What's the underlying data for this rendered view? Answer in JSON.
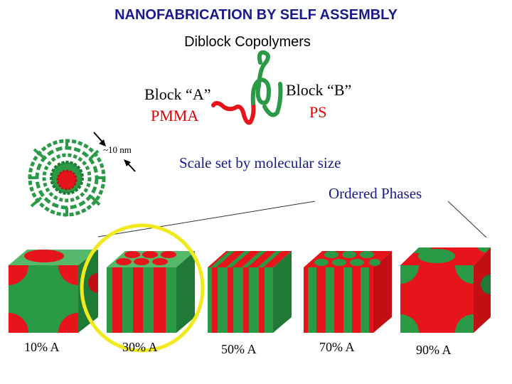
{
  "title": "NANOFABRICATION BY SELF ASSEMBLY",
  "subtitle": "Diblock Copolymers",
  "block_a": {
    "name": "Block “A”",
    "polymer": "PMMA"
  },
  "block_b": {
    "name": "Block “B”",
    "polymer": "PS"
  },
  "size_label": "~10 nm",
  "scale_note": "Scale set by molecular size",
  "phases_heading": "Ordered Phases",
  "phases": [
    {
      "label": "10% A",
      "morphology": "spheres"
    },
    {
      "label": "30% A",
      "morphology": "cylinders",
      "highlighted": true
    },
    {
      "label": "50% A",
      "morphology": "lamellae"
    },
    {
      "label": "70% A",
      "morphology": "inverted cylinders"
    },
    {
      "label": "90% A",
      "morphology": "inverted spheres"
    }
  ],
  "colors": {
    "block_a": "#e8141b",
    "block_b": "#2a9a46",
    "highlight_ring": "#f2ea1c",
    "title": "#1a1a8c",
    "annotation": "#1a1a8c"
  }
}
